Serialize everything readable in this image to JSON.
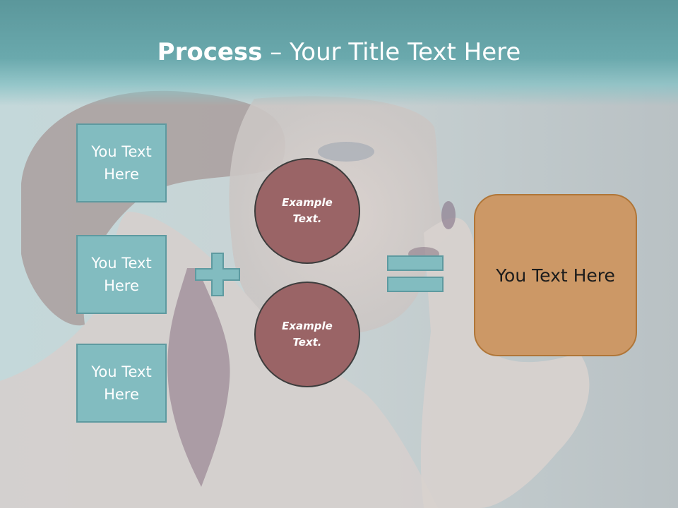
{
  "title": {
    "bold": "Process",
    "separator": " – ",
    "rest": "Your Title Text Here"
  },
  "left_boxes": [
    {
      "line1": "You Text",
      "line2": "Here"
    },
    {
      "line1": "You Text",
      "line2": "Here"
    },
    {
      "line1": "You Text",
      "line2": "Here"
    }
  ],
  "circles": [
    {
      "line1": "Example",
      "line2": "Text."
    },
    {
      "line1": "Example",
      "line2": "Text."
    }
  ],
  "result_box": {
    "label": "You Text Here"
  },
  "colors": {
    "title_band": "#6aa9ad",
    "teal_box": "#82bcc0",
    "teal_border": "#5e9aa0",
    "circle_fill": "#9a6466",
    "result_fill": "#cc9866",
    "result_border": "#b07638"
  },
  "icons": [
    "plus-icon",
    "equals-icon"
  ]
}
